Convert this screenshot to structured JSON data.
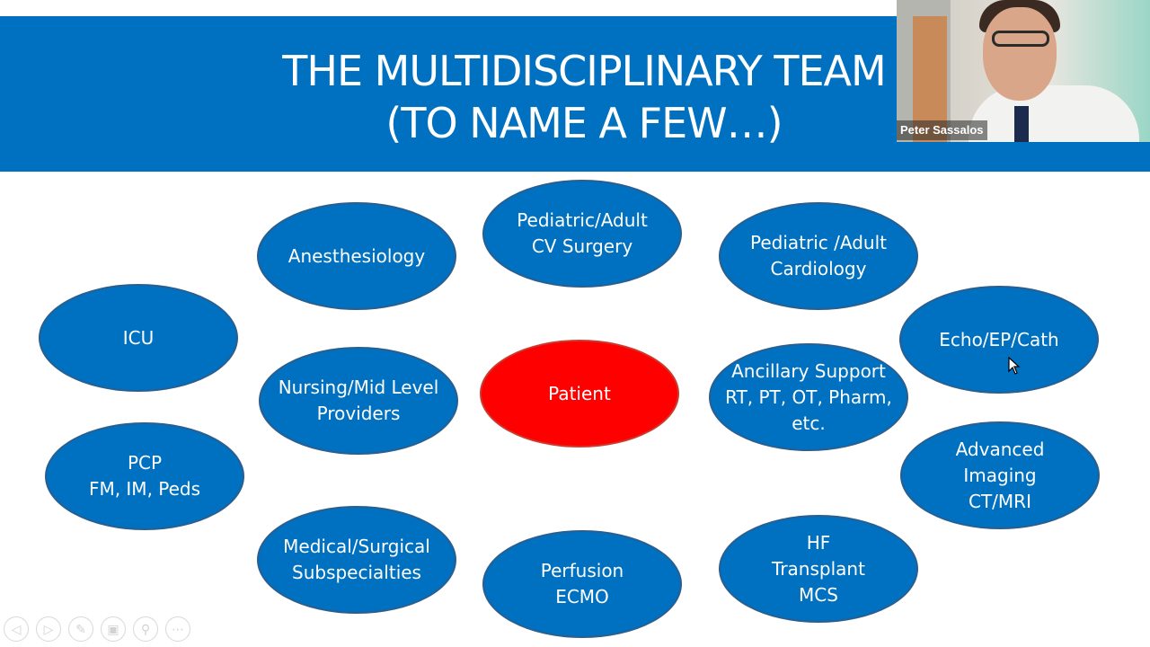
{
  "slide": {
    "title_line1": "THE MULTIDISCIPLINARY TEAM",
    "title_line2": "(TO NAME A FEW…)",
    "nodes": [
      {
        "id": "cv-surgery",
        "label": "Pediatric/Adult\nCV Surgery"
      },
      {
        "id": "anesthesiology",
        "label": "Anesthesiology"
      },
      {
        "id": "cardiology",
        "label": "Pediatric /Adult\nCardiology"
      },
      {
        "id": "icu",
        "label": "ICU"
      },
      {
        "id": "echo",
        "label": "Echo/EP/Cath"
      },
      {
        "id": "nursing",
        "label": "Nursing/Mid Level\nProviders"
      },
      {
        "id": "patient",
        "label": "Patient"
      },
      {
        "id": "ancillary",
        "label": "Ancillary Support\nRT, PT, OT, Pharm,\netc."
      },
      {
        "id": "pcp",
        "label": "PCP\nFM, IM, Peds"
      },
      {
        "id": "imaging",
        "label": "Advanced\nImaging\nCT/MRI"
      },
      {
        "id": "subspecialties",
        "label": "Medical/Surgical\nSubspecialties"
      },
      {
        "id": "perfusion",
        "label": "Perfusion\nECMO"
      },
      {
        "id": "hf",
        "label": "HF\nTransplant\nMCS"
      }
    ]
  },
  "video": {
    "participant_name": "Peter Sassalos"
  },
  "toolbar": {
    "icons": [
      "previous-icon",
      "next-icon",
      "pen-icon",
      "slides-icon",
      "zoom-icon",
      "more-icon"
    ]
  },
  "colors": {
    "brand_blue": "#0070c0",
    "patient_red": "#ff0000",
    "text_white": "#ffffff"
  }
}
